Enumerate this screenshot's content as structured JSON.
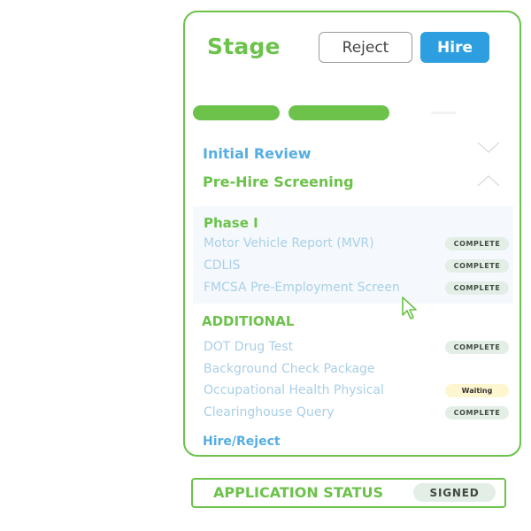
{
  "card": {
    "title": "Stage",
    "reject_label": "Reject",
    "hire_label": "Hire",
    "progress": {
      "completed_steps": 2,
      "total_steps": 3
    },
    "initial_review_label": "Initial Review",
    "prehire_label": "Pre-Hire Screening",
    "phase1": {
      "title": "Phase I",
      "items": [
        {
          "label": "Motor Vehicle Report (MVR)",
          "status": "COMPLETE"
        },
        {
          "label": "CDLIS",
          "status": "COMPLETE"
        },
        {
          "label": "FMCSA Pre-Employment Screen",
          "status": "COMPLETE"
        }
      ]
    },
    "additional": {
      "title": "ADDITIONAL",
      "items": [
        {
          "label": "DOT Drug Test",
          "status": "COMPLETE"
        },
        {
          "label": "Background Check Package",
          "status": ""
        },
        {
          "label": "Occupational Health Physical",
          "status": "Waiting"
        },
        {
          "label": "Clearinghouse Query",
          "status": "COMPLETE"
        }
      ]
    },
    "hire_reject_label": "Hire/Reject"
  },
  "application_status": {
    "label": "APPLICATION STATUS",
    "value": "SIGNED"
  },
  "icons": {
    "initial_review_toggle": "chevron-down-icon",
    "prehire_toggle": "chevron-up-icon",
    "cursor": "mouse-pointer-icon"
  },
  "colors": {
    "brand_green": "#6cc24a",
    "link_blue": "#55aee3",
    "hire_blue": "#2d9fe0",
    "complete_badge": "#e3eee6",
    "waiting_badge": "#fdf6cf"
  }
}
